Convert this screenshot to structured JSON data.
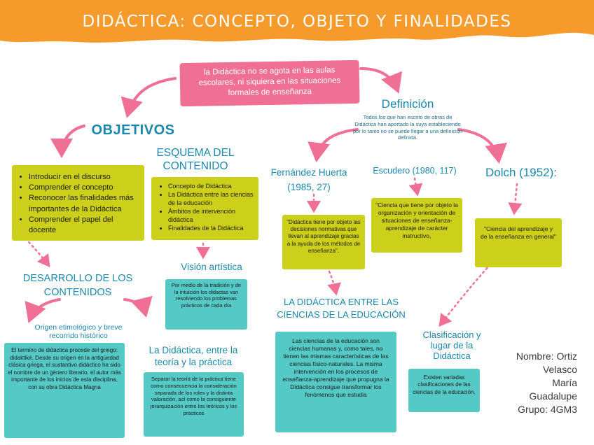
{
  "title": "DIDÁCTICA: CONCEPTO, OBJETO Y FINALIDADES",
  "top_note": "la Didáctica no se agota en las aulas escolares, ni siquiera en las situaciones formales de enseñanza",
  "definicion": {
    "heading": "Definición",
    "text": "Todos los que han escrito de obras de Didáctica han aportado la suya estableciendo por lo tanto no se puede llegar a una definición definida.",
    "fernandez": {
      "heading": "Fernández Huerta (1985, 27)",
      "quote": "\"Didáctica tiene por objeto las decisiones normativas que llevan al aprendizaje gracias a la ayuda de los métodos de enseñanza\"."
    },
    "escudero": {
      "heading": "Escudero (1980, 117)",
      "quote": "\"Ciencia que tiene por objeto la organización y orientación de situaciones de enseñanza-aprendizaje de carácter instructivo,"
    },
    "dolch": {
      "heading": "Dolch (1952):",
      "quote": "\"Ciencia del aprendizaje y de la enseñanza en general\""
    }
  },
  "objetivos": {
    "heading": "OBJETIVOS",
    "items": [
      "Introducir en el discurso",
      "Comprender el concepto",
      "Reconocer las finalidades más importantes de la Didáctica",
      "Comprender el papel del docente"
    ]
  },
  "esquema": {
    "heading": "ESQUEMA DEL CONTENIDO",
    "items": [
      "Concepto de Didáctica",
      "La Didáctica entre las ciencias de la educación",
      "Ámbitos de intervención didáctica",
      "Finalidades de la Didáctica"
    ]
  },
  "desarrollo": {
    "heading": "DESARROLLO DE LOS CONTENIDOS"
  },
  "origen": {
    "heading": "Origen etimológico y breve recorrido histórico",
    "text": "El termino de didáctica procede del griego: didaktiké, Desde su origen en la antigüedad clásica griega, el sustantivo didáctico ha sido el nombre de un género literario. el autor más importante de los inicios de esta disciplina, con su obra Didáctica Magna"
  },
  "vision": {
    "heading": "Visión artística",
    "text": "Por medio de la tradición y de la intuición los didactas van resolviendo los problemas prácticos de cada día"
  },
  "teoria": {
    "heading": "La Didáctica, entre la teoría y la práctica",
    "text": "Separar la teoría de la práctica tiene como consecuencia la consideración separada de los roles y la distinta valoración, así como la consiguiente jerarquización entre los teóricos y los prácticos"
  },
  "ciencias": {
    "heading": "LA DIDÁCTICA ENTRE LAS CIENCIAS DE LA EDUCACIÓN",
    "text": "Las ciencias de la educación son ciencias humanas y, como tales, no tienen las mismas características de las ciencias físico-naturales. La misma intervención en los procesos de enseñanza-aprendizaje que propugna la Didáctica consigue transformar los fenómenos que estudia"
  },
  "clasificacion": {
    "heading": "Clasificación y lugar de la Didáctica",
    "text": "Existen variadas clasificaciones de las ciencias de la educación."
  },
  "author": [
    "Nombre: Ortiz",
    "Velasco",
    "María",
    "Guadalupe",
    "Grupo: 4GM3"
  ],
  "colors": {
    "orange": "#f79a2c",
    "pink": "#ef6f95",
    "lime": "#ccd01a",
    "teal": "#55c9c6",
    "blue_text": "#1b88ad"
  }
}
